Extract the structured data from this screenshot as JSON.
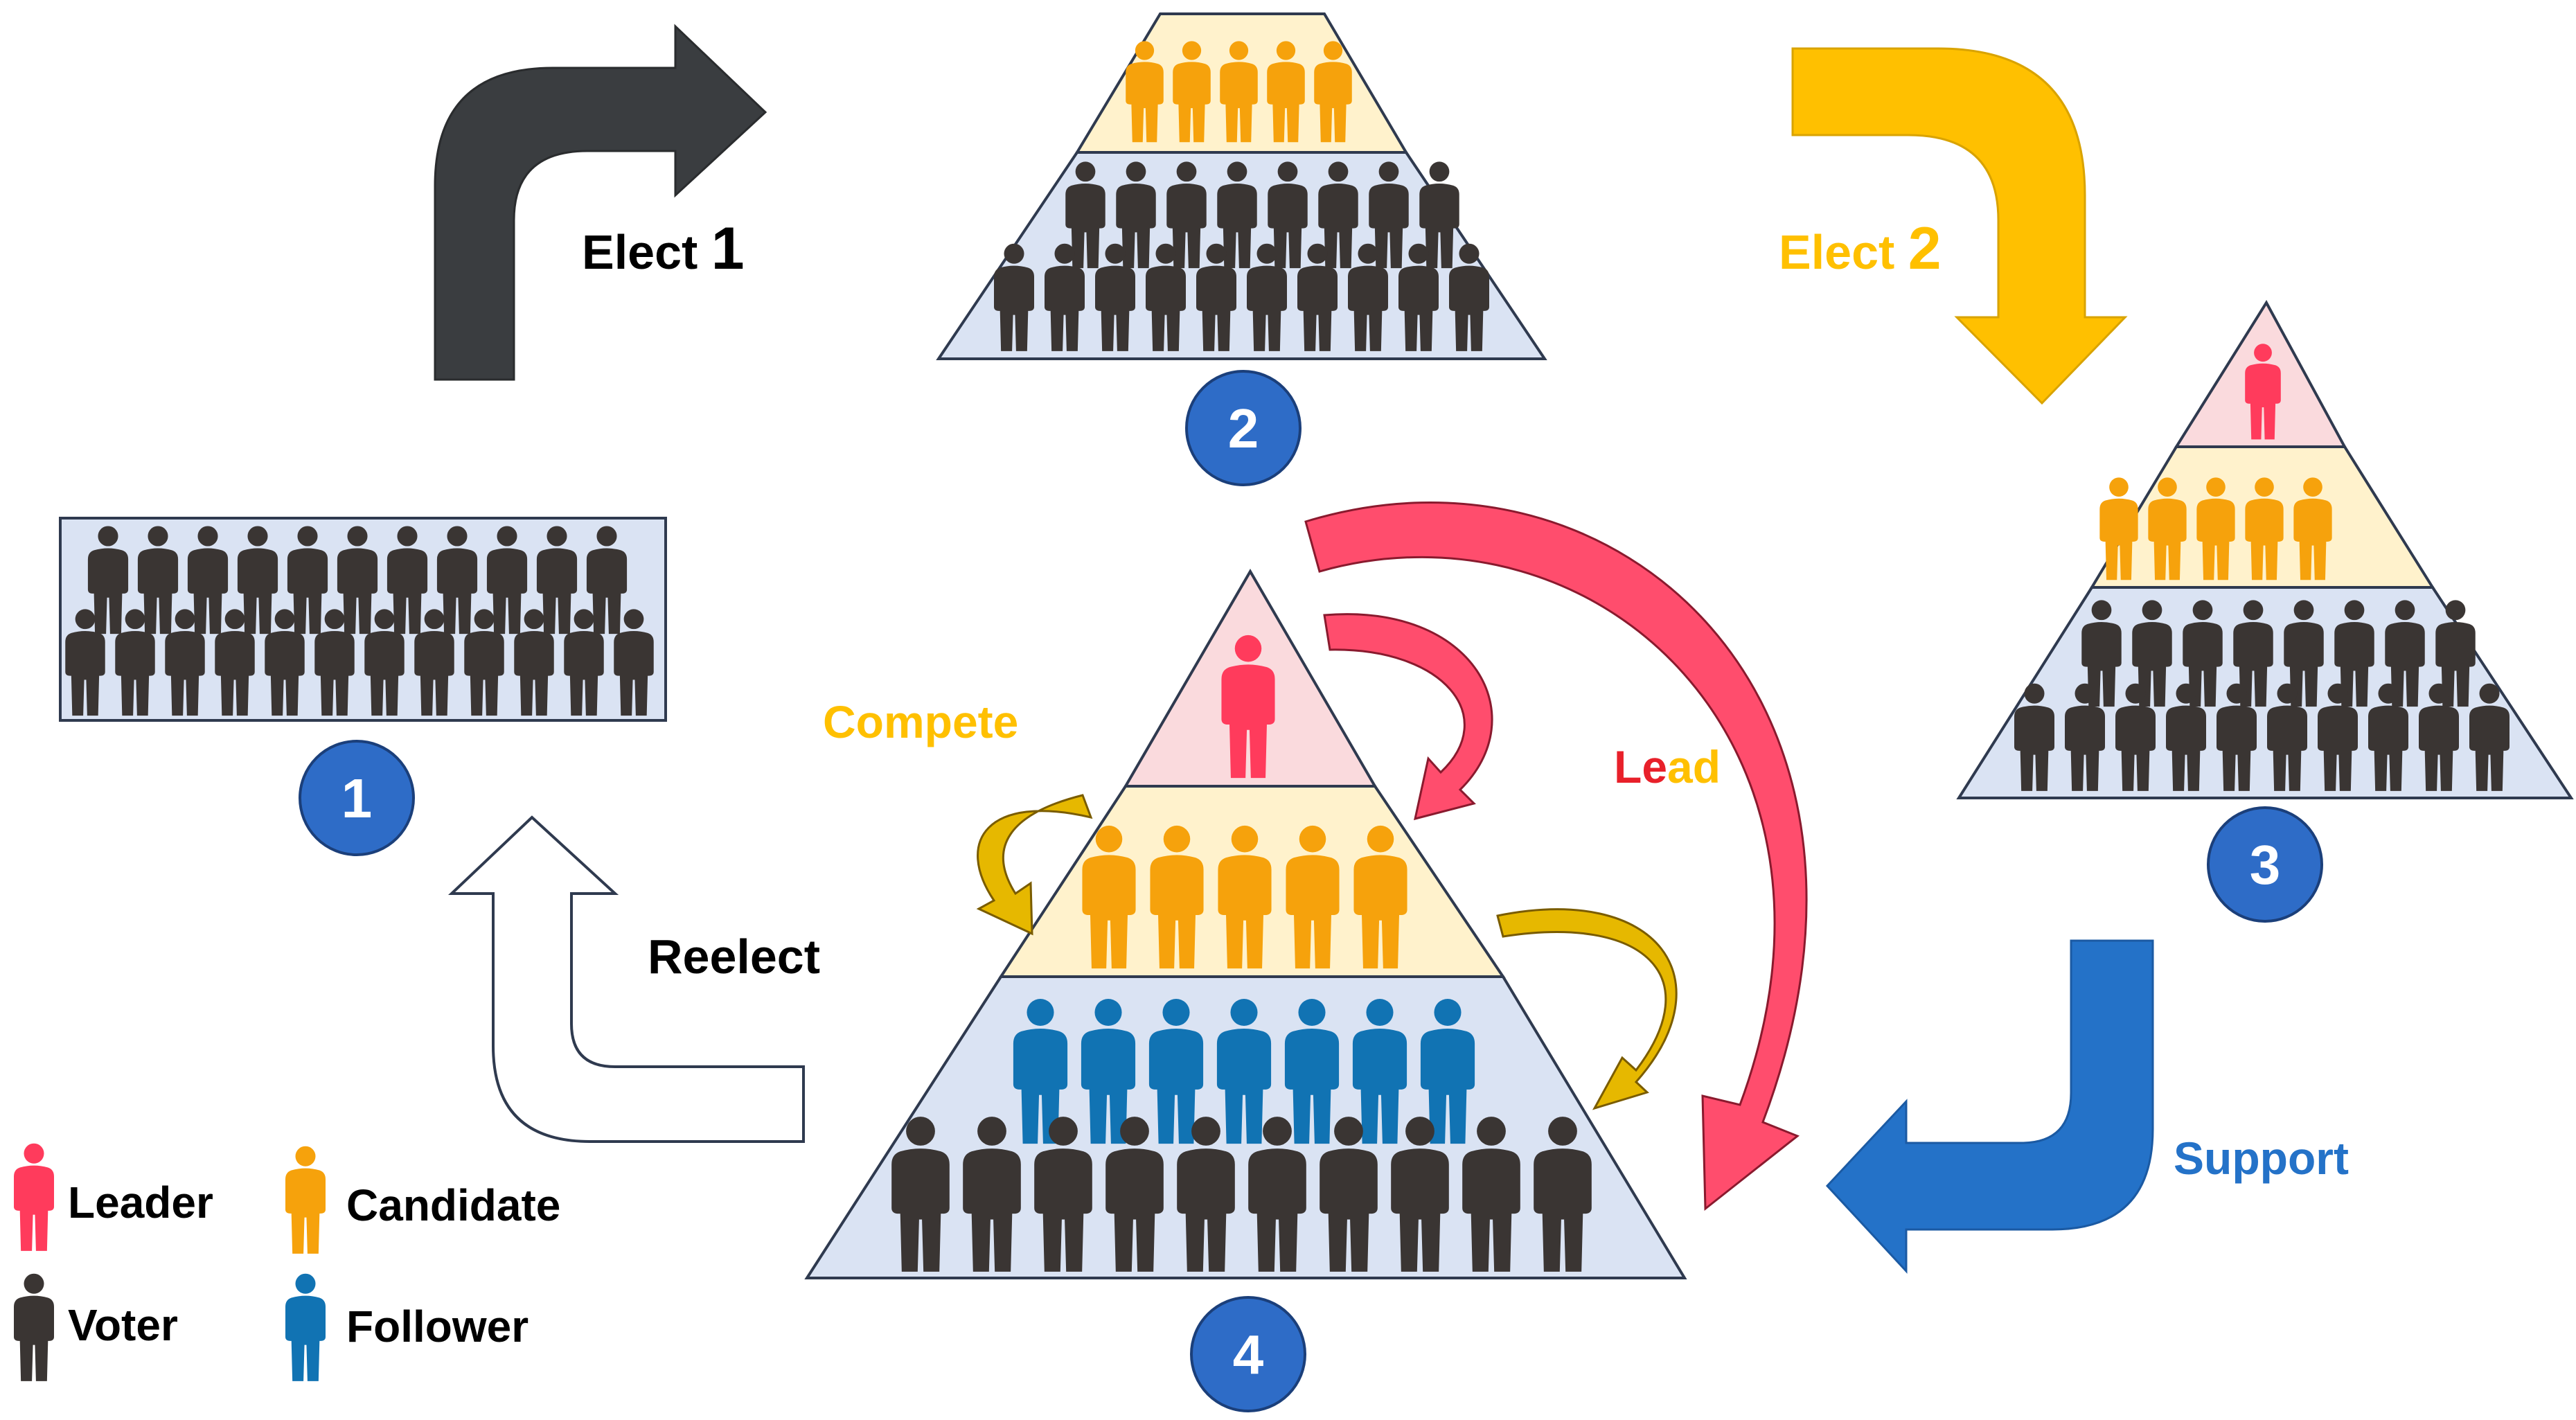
{
  "labels": {
    "elect1_word": "Elect",
    "elect1_num": "1",
    "elect2_word": "Elect",
    "elect2_num": "2",
    "compete": "Compete",
    "lead_part1": "Le",
    "lead_part2": "ad",
    "reelect": "Reelect",
    "support": "Support"
  },
  "stages": [
    {
      "number": "1"
    },
    {
      "number": "2"
    },
    {
      "number": "3"
    },
    {
      "number": "4"
    }
  ],
  "legend": [
    {
      "label": "Leader",
      "color": "#ff3b5c",
      "icon": "person-icon"
    },
    {
      "label": "Candidate",
      "color": "#f6a20c",
      "icon": "person-icon"
    },
    {
      "label": "Voter",
      "color": "#3a3533",
      "icon": "person-icon"
    },
    {
      "label": "Follower",
      "color": "#1173b3",
      "icon": "person-icon"
    }
  ],
  "colors": {
    "leader": "#ff3b5c",
    "candidate": "#f6a20c",
    "voter": "#3a3533",
    "follower": "#1173b3",
    "elect1_arrow": "#3a3d40",
    "elect2_arrow": "#ffc000",
    "elect2_text": "#ffc000",
    "compete_text": "#ffc000",
    "compete_arrow": "#e6b800",
    "lead_text_1": "#e8202a",
    "lead_text_2": "#ffc000",
    "lead_arrow": "#ff4d6d",
    "support_arrow": "#2472c8",
    "support_text": "#2472c8",
    "badge": "#2e6cc7",
    "tier_blue": "#dae3f3",
    "tier_yellow": "#fff2cc",
    "tier_pink": "#fadadd"
  }
}
